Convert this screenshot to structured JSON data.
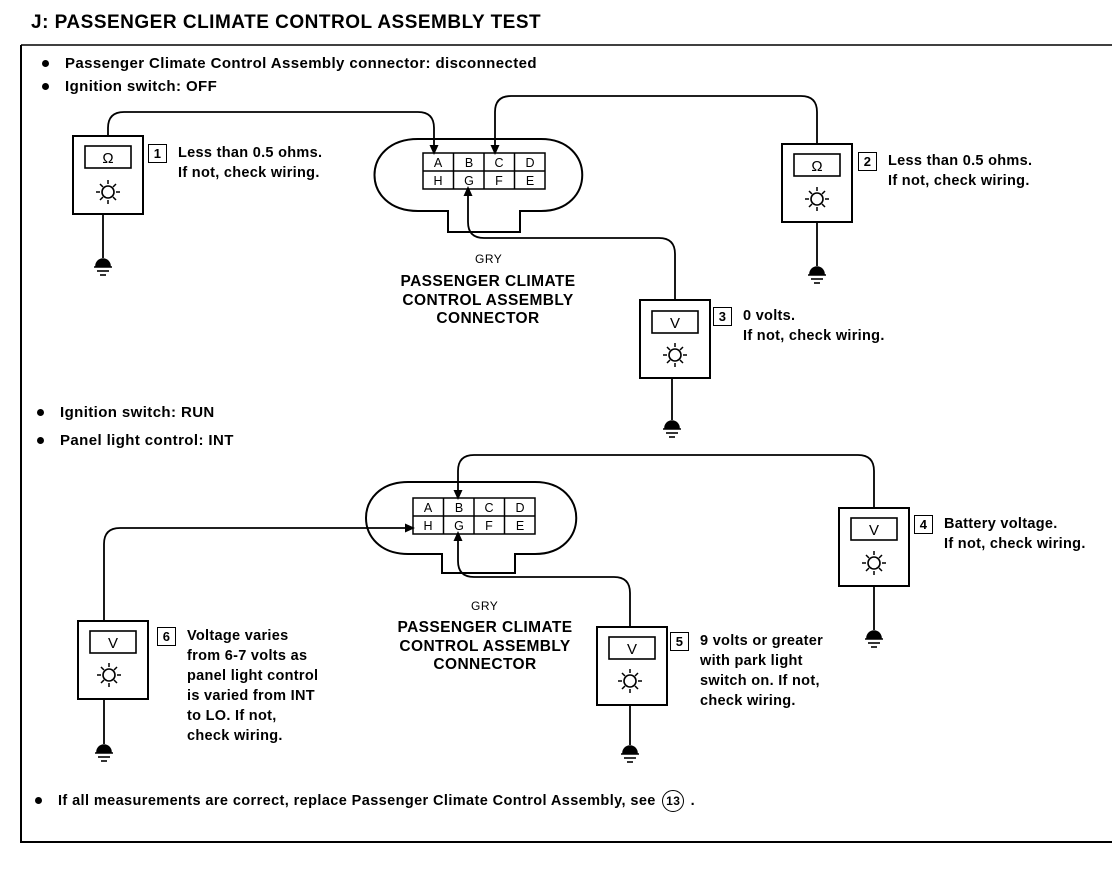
{
  "title": "J: PASSENGER CLIMATE CONTROL ASSEMBLY TEST",
  "section1": {
    "bullets": [
      "Passenger Climate Control Assembly connector: disconnected",
      "Ignition switch: OFF"
    ]
  },
  "section2": {
    "bullets": [
      "Ignition switch: RUN",
      "Panel light control: INT"
    ]
  },
  "connector": {
    "pins_top": [
      "A",
      "B",
      "C",
      "D"
    ],
    "pins_bottom": [
      "H",
      "G",
      "F",
      "E"
    ],
    "color": "GRY",
    "label_lines": [
      "PASSENGER CLIMATE",
      "CONTROL ASSEMBLY",
      "CONNECTOR"
    ]
  },
  "meters": {
    "ohm_symbol": "Ω",
    "volt_symbol": "V"
  },
  "steps": [
    {
      "num": "1",
      "lines": [
        "Less than 0.5 ohms.",
        "If not, check wiring."
      ]
    },
    {
      "num": "2",
      "lines": [
        "Less than 0.5 ohms.",
        "If not, check wiring."
      ]
    },
    {
      "num": "3",
      "lines": [
        "0 volts.",
        "If not, check wiring."
      ]
    },
    {
      "num": "4",
      "lines": [
        "Battery voltage.",
        "If not, check wiring."
      ]
    },
    {
      "num": "5",
      "lines": [
        "9 volts or greater",
        "with park light",
        "switch on. If not,",
        "check wiring."
      ]
    },
    {
      "num": "6",
      "lines": [
        "Voltage varies",
        "from 6-7 volts as",
        "panel light control",
        "is varied from INT",
        "to LO. If not,",
        "check wiring."
      ]
    }
  ],
  "footer": {
    "text": "If all measurements are correct, replace Passenger Climate Control Assembly, see",
    "ref": "13",
    "suffix": "."
  }
}
